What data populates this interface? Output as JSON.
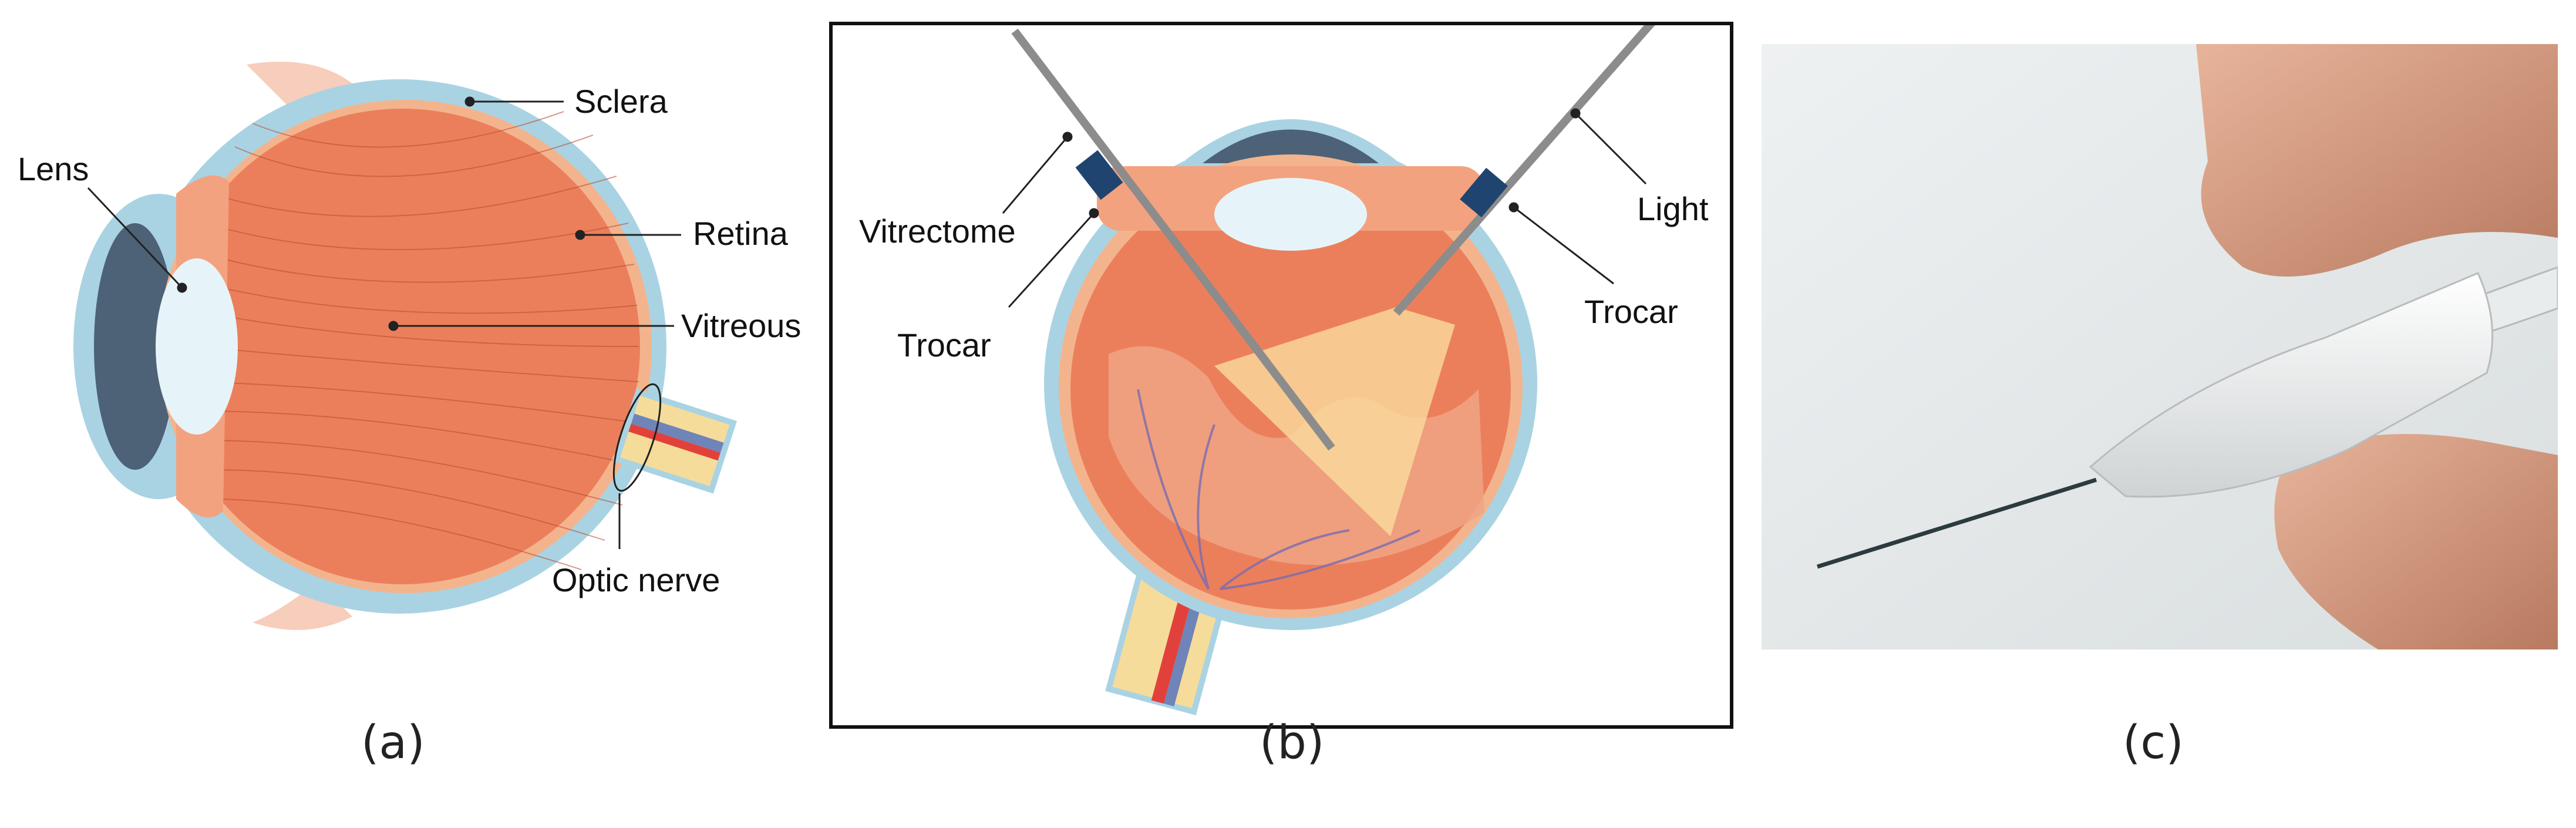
{
  "panel_a": {
    "labels": {
      "sclera": "Sclera",
      "lens": "Lens",
      "retina": "Retina",
      "vitreous": "Vitreous",
      "optic_nerve": "Optic nerve"
    },
    "caption": "(a)"
  },
  "panel_b": {
    "labels": {
      "vitrectome": "Vitrectome",
      "trocar_left": "Trocar",
      "light": "Light",
      "trocar_right": "Trocar"
    },
    "caption": "(b)"
  },
  "panel_c": {
    "caption": "(c)"
  },
  "colors": {
    "sclera": "#a9d3e3",
    "vitreous": "#ec7f5b",
    "retina": "#f3b48d",
    "lens": "#e6f4fa",
    "cornea_dark": "#4d6277",
    "nerve_yellow": "#f6dc9a",
    "nerve_blue": "#6f84b8",
    "nerve_red": "#e2413b",
    "trocar_blue": "#1f4470"
  }
}
